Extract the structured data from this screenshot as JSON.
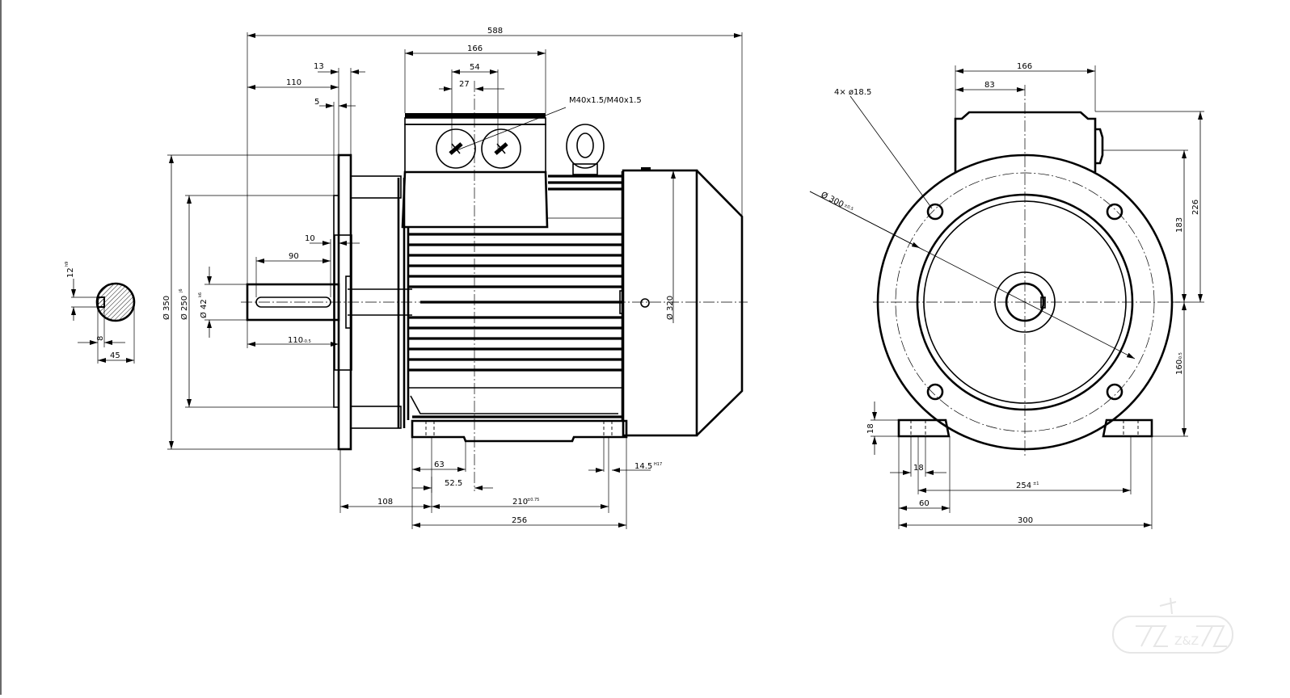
{
  "drawing": {
    "title": "Electric motor dimension drawing (IMB35 flange + foot mount)",
    "units": "mm",
    "watermark": "Z&Z",
    "shaft_section": {
      "key_width": "12",
      "key_width_tol": "h9",
      "key_depth": "8",
      "shaft_height": "45"
    },
    "side_view": {
      "overall_length": "588",
      "shaft_length_upper": "110",
      "flange_thickness": "13",
      "spigot": "5",
      "key_offset": "10",
      "key_length": "90",
      "shaft_length": "110",
      "shaft_length_tol": "-0.5",
      "flange_dia": "Ø 350",
      "spigot_dia": "Ø 250",
      "spigot_dia_tol": "j6",
      "shaft_dia": "Ø 42",
      "shaft_dia_tol": "k6",
      "body_dia": "Ø 320",
      "terminal_box_width": "166",
      "gland_spacing": "54",
      "gland_offset": "27",
      "gland_thread": "M40x1.5/M40x1.5",
      "foot_hole_start": "63",
      "gland_center_from_foot": "52.5",
      "foot_hole_clearance": "14.5",
      "foot_hole_clearance_tol": "H17",
      "shoulder_to_foot": "108",
      "foot_hole_spacing": "210",
      "foot_hole_spacing_tol": "±0.75",
      "foot_length": "256"
    },
    "front_view": {
      "box_width": "166",
      "box_half_width": "83",
      "flange_holes": "4×  ø18.5",
      "pcd": "Ø 300",
      "pcd_tol": "±0.5",
      "box_height": "183",
      "overall_height": "226",
      "shaft_center_height": "160",
      "shaft_center_height_tol": "-0.5",
      "foot_thickness": "18",
      "foot_slot_width": "18",
      "foot_hole_spacing": "254",
      "foot_hole_spacing_tol": "±1",
      "foot_width": "60",
      "foot_overall_width": "300"
    }
  }
}
